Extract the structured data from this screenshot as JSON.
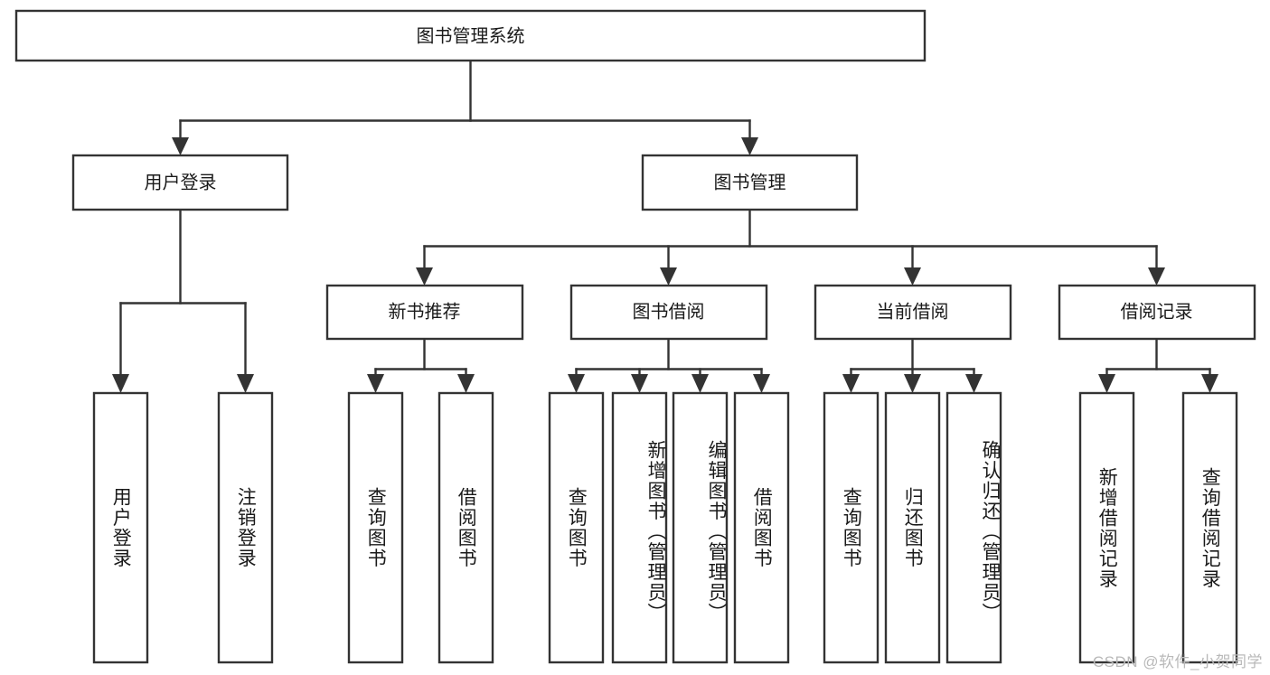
{
  "diagram": {
    "type": "tree-hierarchy-flowchart",
    "title": "图书管理系统",
    "watermark": "CSDN @软件_小贺同学",
    "colors": {
      "stroke": "#333333",
      "box_fill": "#ffffff",
      "text": "#1a1a1a",
      "background": "#ffffff",
      "watermark": "#b9b9b9"
    },
    "root": {
      "label": "图书管理系统"
    },
    "level2": [
      {
        "label": "用户登录"
      },
      {
        "label": "图书管理"
      }
    ],
    "level3": [
      {
        "label": "新书推荐"
      },
      {
        "label": "图书借阅"
      },
      {
        "label": "当前借阅"
      },
      {
        "label": "借阅记录"
      }
    ],
    "leaves": {
      "user_login": [
        {
          "label": "用户登录"
        },
        {
          "label": "注销登录"
        }
      ],
      "new_book_recommend": [
        {
          "label": "查询图书"
        },
        {
          "label": "借阅图书"
        }
      ],
      "book_borrow": [
        {
          "label": "查询图书"
        },
        {
          "label": "新增图书（管理员）"
        },
        {
          "label": "编辑图书（管理员）"
        },
        {
          "label": "借阅图书"
        }
      ],
      "current_borrow": [
        {
          "label": "查询图书"
        },
        {
          "label": "归还图书"
        },
        {
          "label": "确认归还（管理员）"
        }
      ],
      "borrow_records": [
        {
          "label": "新增借阅记录"
        },
        {
          "label": "查询借阅记录"
        }
      ]
    }
  }
}
